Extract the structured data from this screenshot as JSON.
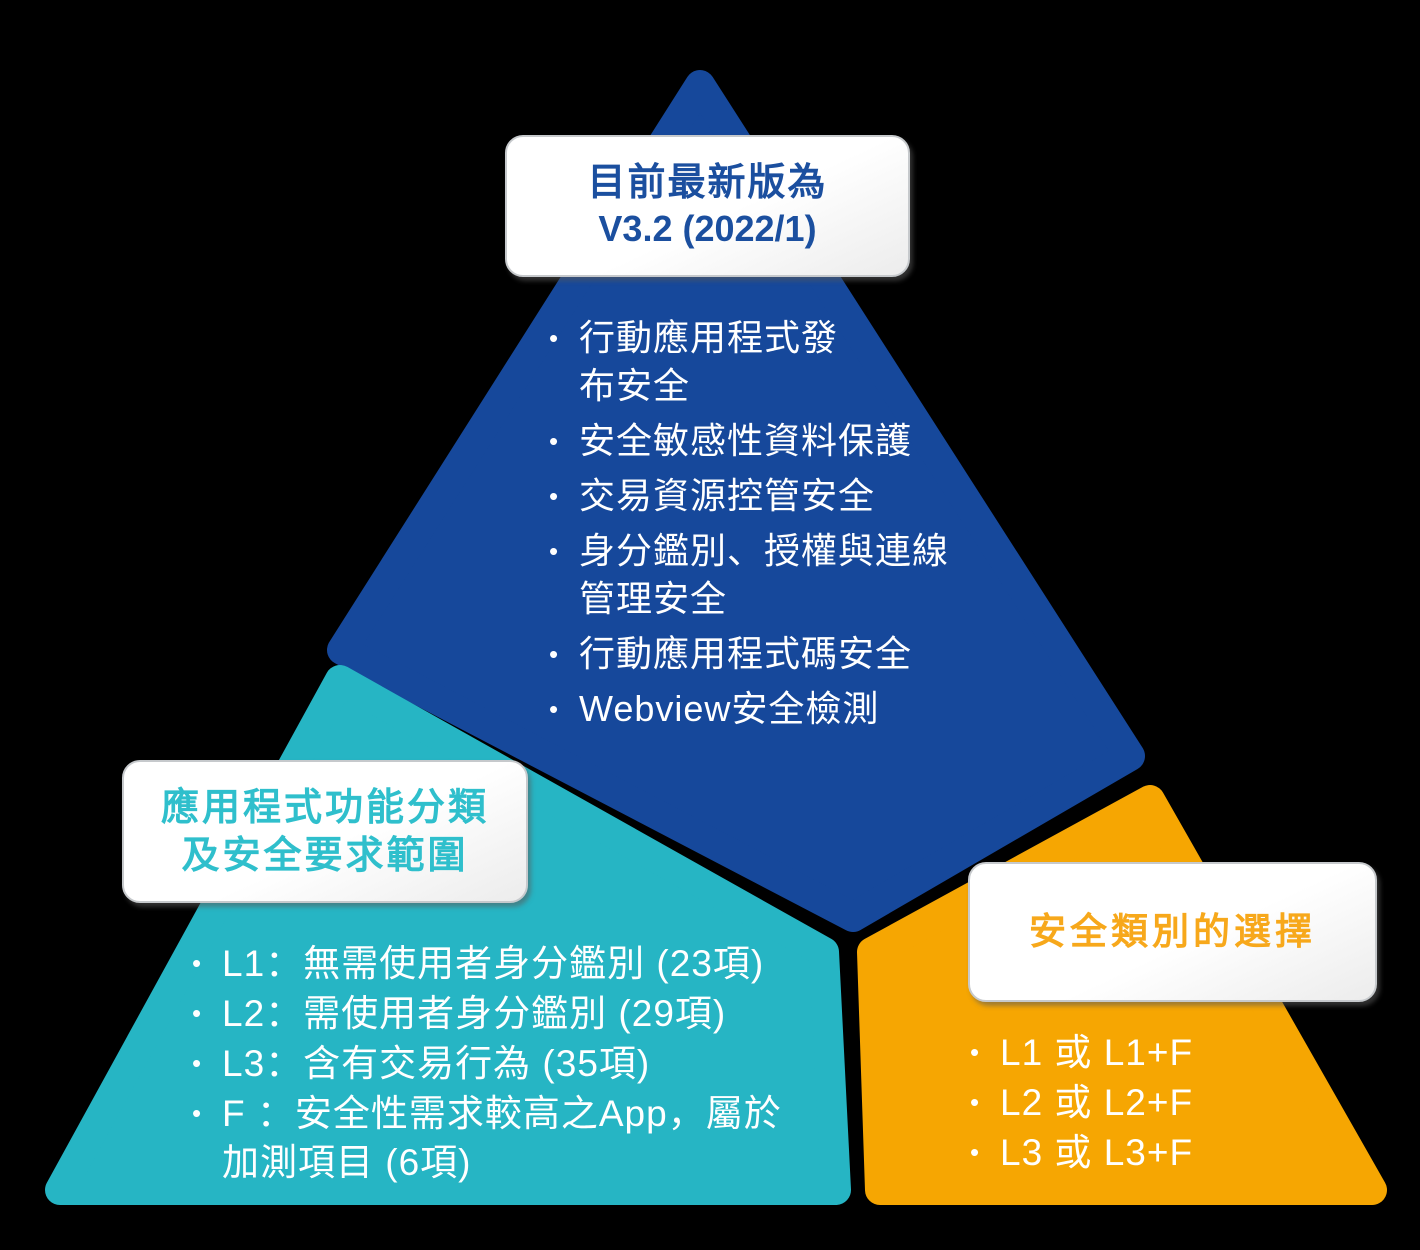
{
  "colors": {
    "background": "#000000",
    "blue": "#16489B",
    "teal": "#26B5C4",
    "orange": "#F6A602",
    "box_border": "#C6C9CC",
    "navy_text": "#1B4F9F",
    "teal_text": "#2FBFCC",
    "orange_text": "#F7A81B",
    "text_white": "#FFFFFF"
  },
  "top_section": {
    "label_line1": "目前最新版為",
    "label_line2": "V3.2 (2022/1)",
    "bullets": [
      "行動應用程式發布安全",
      "安全敏感性資料保護",
      "交易資源控管安全",
      "身分鑑別、授權與連線管理安全",
      "行動應用程式碼安全",
      "Webview安全檢測"
    ]
  },
  "left_section": {
    "label_line1": "應用程式功能分類",
    "label_line2": "及安全要求範圍",
    "bullets": [
      "L1：無需使用者身分鑑別 (23項)",
      "L2：需使用者身分鑑別 (29項)",
      "L3：含有交易行為 (35項)",
      "F ：安全性需求較高之App，屬於加測項目 (6項)"
    ]
  },
  "right_section": {
    "label": "安全類別的選擇",
    "bullets": [
      "L1 或 L1+F",
      "L2 或 L2+F",
      "L3 或 L3+F"
    ]
  }
}
